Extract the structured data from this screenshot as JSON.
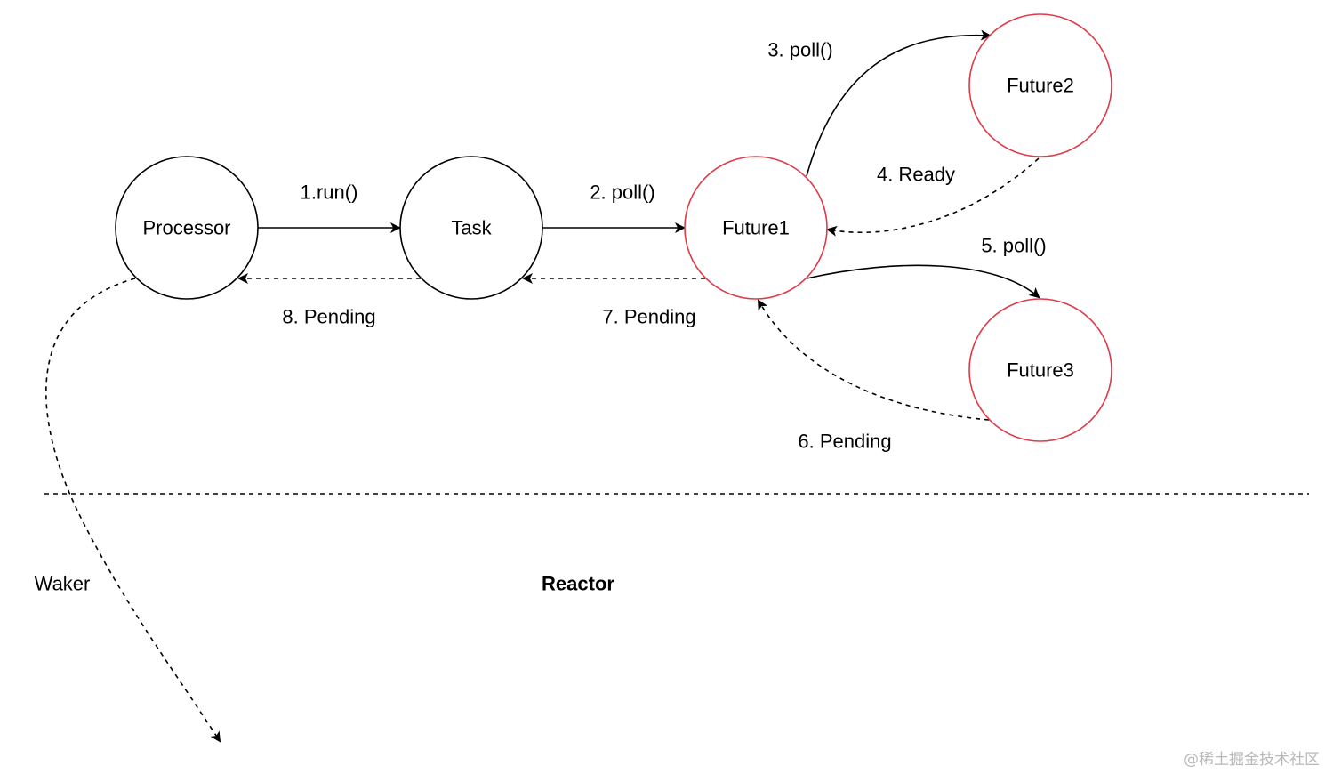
{
  "colors": {
    "default_stroke": "#000000",
    "future_stroke": "#e0394a",
    "node_fill": "#ffffff",
    "watermark": "#b8b8b8"
  },
  "nodes": {
    "processor": {
      "label": "Processor"
    },
    "task": {
      "label": "Task"
    },
    "future1": {
      "label": "Future1"
    },
    "future2": {
      "label": "Future2"
    },
    "future3": {
      "label": "Future3"
    }
  },
  "edges": {
    "run": {
      "label": "1.run()"
    },
    "poll_task_future1": {
      "label": "2. poll()"
    },
    "poll_future2": {
      "label": "3. poll()"
    },
    "ready_future2": {
      "label": "4. Ready"
    },
    "poll_future3": {
      "label": "5. poll()"
    },
    "pending_future3": {
      "label": "6. Pending"
    },
    "pending_future1": {
      "label": "7. Pending"
    },
    "pending_task": {
      "label": "8. Pending"
    }
  },
  "regions": {
    "waker": {
      "label": "Waker"
    },
    "reactor": {
      "label": "Reactor"
    }
  },
  "watermark": {
    "text": "@稀土掘金技术社区"
  }
}
